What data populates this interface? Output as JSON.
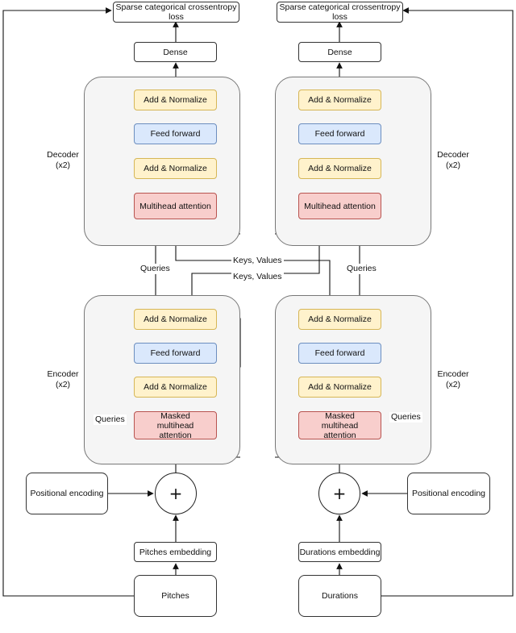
{
  "diagram": {
    "left": {
      "loss": "Sparse categorical crossentropy loss",
      "dense": "Dense",
      "decoder": {
        "label": "Decoder\n(x2)",
        "add_norm_top": "Add & Normalize",
        "feed_forward": "Feed forward",
        "add_norm_bottom": "Add & Normalize",
        "attention": "Multihead attention"
      },
      "encoder": {
        "label": "Encoder\n(x2)",
        "add_norm_top": "Add & Normalize",
        "feed_forward": "Feed forward",
        "add_norm_bottom": "Add & Normalize",
        "attention": "Masked multihead attention"
      },
      "queries_upper": "Queries",
      "queries_lower": "Queries",
      "positional_encoding": "Positional encoding",
      "embedding": "Pitches embedding",
      "input": "Pitches"
    },
    "right": {
      "loss": "Sparse categorical crossentropy loss",
      "dense": "Dense",
      "decoder": {
        "label": "Decoder\n(x2)",
        "add_norm_top": "Add & Normalize",
        "feed_forward": "Feed forward",
        "add_norm_bottom": "Add & Normalize",
        "attention": "Multihead attention"
      },
      "encoder": {
        "label": "Encoder\n(x2)",
        "add_norm_top": "Add & Normalize",
        "feed_forward": "Feed forward",
        "add_norm_bottom": "Add & Normalize",
        "attention": "Masked multihead attention"
      },
      "queries_upper": "Queries",
      "queries_lower": "Queries",
      "positional_encoding": "Positional encoding",
      "embedding": "Durations embedding",
      "input": "Durations"
    },
    "keys_values_1": "Keys, Values",
    "keys_values_2": "Keys, Values",
    "plus_symbol": "+"
  }
}
